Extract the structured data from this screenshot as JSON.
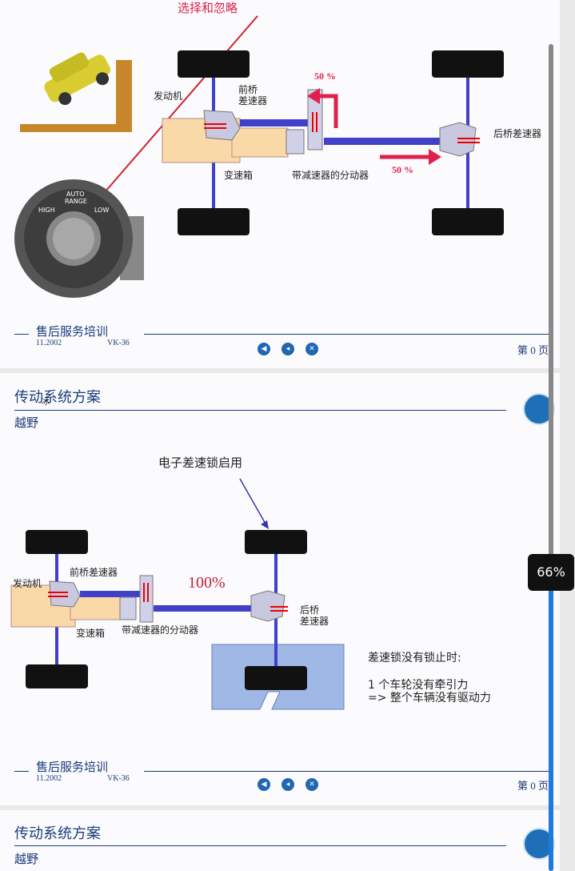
{
  "slide1": {
    "annotation": "选择和忽略",
    "labels": {
      "engine": "发动机",
      "front_diff_1": "前桥",
      "front_diff_2": "差速器",
      "gearbox": "变速箱",
      "transfer": "带减速器的分动器",
      "rear_diff": "后桥差速器",
      "pct_top": "50 %",
      "pct_bottom": "50 %"
    },
    "knob": {
      "top": "AUTO",
      "top2": "RANGE",
      "left": "HIGH",
      "right": "LOW"
    },
    "footer": {
      "title": "售后服务培训",
      "date": "11.2002",
      "code": "VK-36",
      "page": "第 0 页"
    }
  },
  "slide2": {
    "title": "传动系统方案",
    "subtitle": "越野",
    "stray_char": "冰",
    "annotation": "电子差速锁启用",
    "labels": {
      "engine": "发动机",
      "front_diff": "前桥差速器",
      "gearbox": "变速箱",
      "transfer": "带减速器的分动器",
      "rear_diff_1": "后桥",
      "rear_diff_2": "差速器",
      "pct": "100%"
    },
    "note": {
      "line1": "差速锁没有锁止时:",
      "line2": "1 个车轮没有牵引力",
      "line3": "=> 整个车辆没有驱动力"
    },
    "footer": {
      "title": "售后服务培训",
      "date": "11.2002",
      "code": "VK-36",
      "page": "第 0 页"
    }
  },
  "slide3": {
    "title": "传动系统方案",
    "subtitle": "越野"
  },
  "zoom": "66%",
  "nav_icons": [
    "first-icon",
    "prev-icon",
    "close-icon"
  ],
  "colors": {
    "brand": "#1a3b7a",
    "shaft": "#4040c8",
    "arrow": "#e0204a",
    "engine": "#f9d9a8"
  }
}
